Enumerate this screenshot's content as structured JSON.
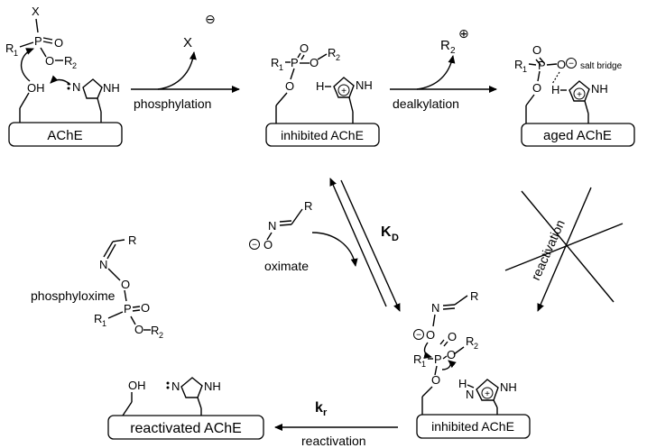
{
  "enzyme_boxes": {
    "ache": "AChE",
    "inhibited_top": "inhibited AChE",
    "aged": "aged AChE",
    "inhibited_bottom": "inhibited AChE",
    "reactivated": "reactivated AChE"
  },
  "arrows": {
    "phosphylation": "phosphylation",
    "dealkylation": "dealkylation",
    "reactivation": "reactivation",
    "kd": "K",
    "kd_sub": "D",
    "kr": "k",
    "kr_sub": "r",
    "blocked": "reactivation"
  },
  "species": {
    "leaving_group": "X",
    "leaving_charge": "⊖",
    "cation": "R",
    "cation_sub": "2",
    "cation_charge": "⊕",
    "oximate_label": "oximate",
    "phosphyloxime_label": "phosphyloxime",
    "salt_bridge": "salt bridge"
  },
  "atoms": {
    "X": "X",
    "P": "P",
    "O": "O",
    "OH": "OH",
    "N": "N",
    "NH": "NH",
    "H": "H",
    "R": "R",
    "R1": "R",
    "sub1": "1",
    "R2": "R",
    "sub2": "2",
    "plus": "+",
    "minus": "−"
  }
}
